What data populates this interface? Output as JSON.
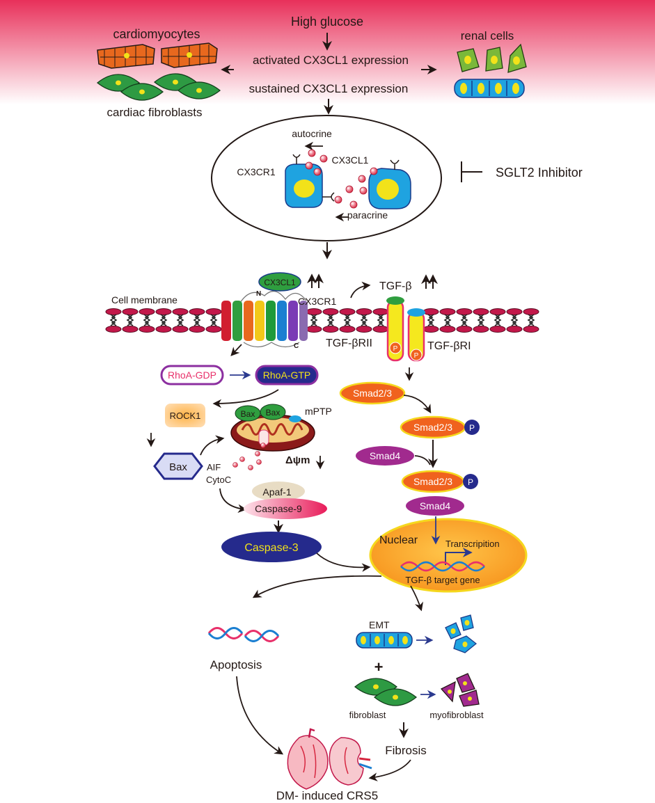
{
  "top": {
    "high_glucose": "High glucose",
    "activated": "activated CX3CL1 expression",
    "sustained": "sustained CX3CL1 expression",
    "cardiomyocytes": "cardiomyocytes",
    "cardiac_fibroblasts": "cardiac fibroblasts",
    "renal_cells": "renal cells"
  },
  "signaling": {
    "autocrine": "autocrine",
    "cx3cl1": "CX3CL1",
    "cx3cr1": "CX3CR1",
    "paracrine": "paracrine",
    "sglt2": "SGLT2 Inhibitor"
  },
  "membrane": {
    "cell_membrane": "Cell membrane",
    "cx3cl1_ligand": "CX3CL1",
    "cx3cr1_receptor": "CX3CR1",
    "n_terminus": "N",
    "c_terminus": "C",
    "tgf_beta": "TGF-β",
    "tgf_beta_rii": "TGF-βRII",
    "tgf_beta_ri": "TGF-βRI",
    "phospho": "P"
  },
  "apoptosis_path": {
    "rhoa_gdp": "RhoA-GDP",
    "rhoa_gtp": "RhoA-GTP",
    "rock1": "ROCK1",
    "bax": "Bax",
    "bax_mito_1": "Bax",
    "bax_mito_2": "Bax",
    "mptp": "mPTP",
    "delta_psi": "Δψm",
    "aif": "AIF",
    "cytoc": "CytoC",
    "apaf1": "Apaf-1",
    "caspase9": "Caspase-9",
    "caspase3": "Caspase-3"
  },
  "smad_path": {
    "smad23_a": "Smad2/3",
    "smad23_b": "Smad2/3",
    "smad4_a": "Smad4",
    "smad23_c": "Smad2/3",
    "smad4_b": "Smad4",
    "phospho_a": "P",
    "phospho_b": "P",
    "nuclear": "Nuclear",
    "transcription": "Transcripition",
    "target_gene": "TGF-β target gene"
  },
  "outcome": {
    "apoptosis": "Apoptosis",
    "emt": "EMT",
    "plus": "+",
    "fibroblast": "fibroblast",
    "myofibroblast": "myofibroblast",
    "fibrosis": "Fibrosis",
    "final": "DM- induced CRS5"
  },
  "colors": {
    "header_top": "#e8305a",
    "cell_blue": "#1fa3e0",
    "cell_green": "#2e9a43",
    "nucleus_yellow": "#f2e21a",
    "smad_orange": "#f0621e",
    "smad4_purple": "#a12a8e",
    "caspase3_navy": "#252a8c",
    "nucleus_orange": "#f7a21a",
    "membrane_red": "#c2184a"
  }
}
